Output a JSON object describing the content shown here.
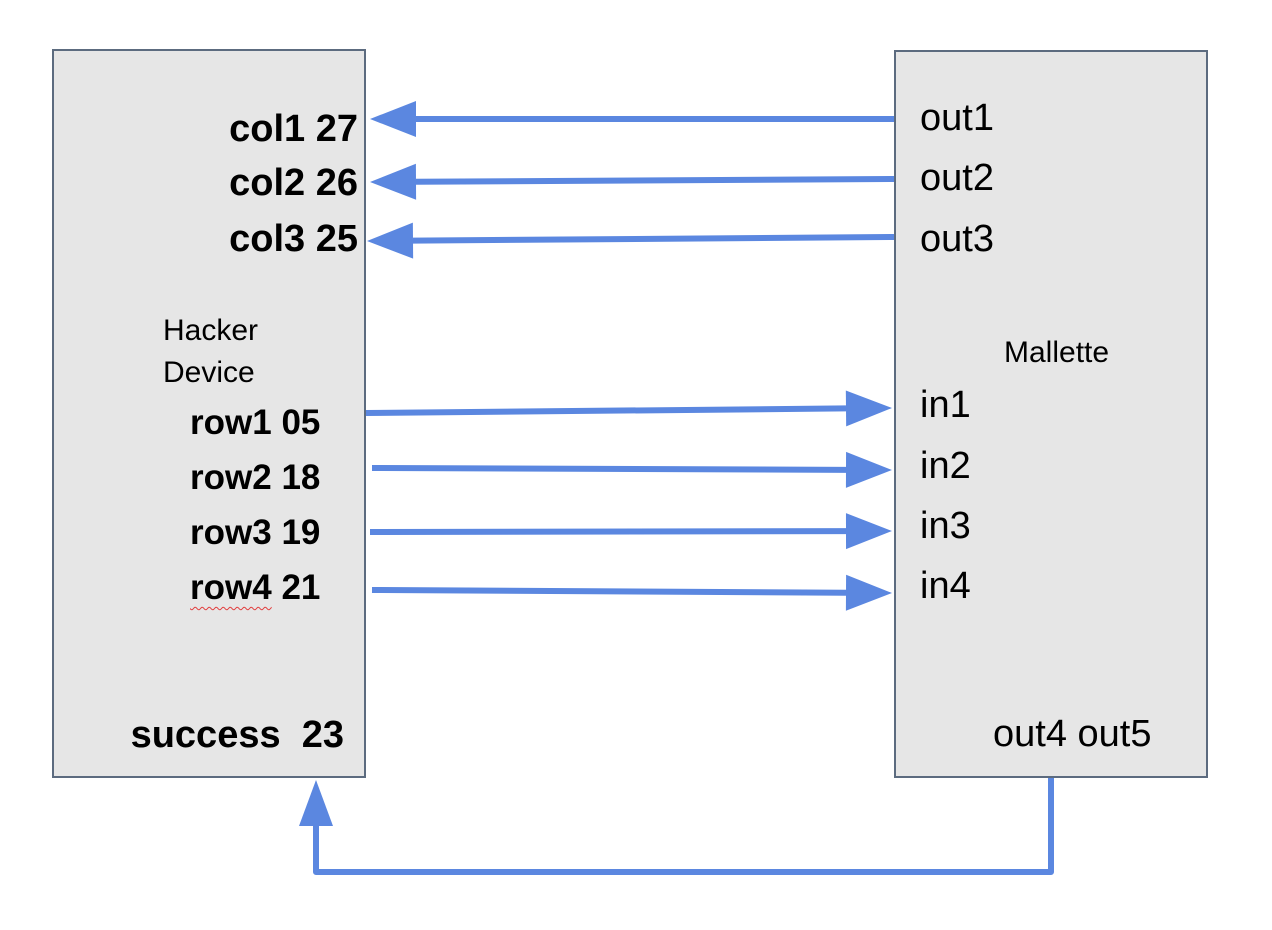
{
  "colors": {
    "arrow": "#5b87e0",
    "box_fill": "#e6e6e6",
    "box_border": "#5c6b7f",
    "spell_underline": "#e23b3b"
  },
  "hacker": {
    "name_line1": "Hacker",
    "name_line2": "Device",
    "cols": [
      {
        "name": "col1",
        "pin": "27"
      },
      {
        "name": "col2",
        "pin": "26"
      },
      {
        "name": "col3",
        "pin": "25"
      }
    ],
    "rows": [
      {
        "name": "row1",
        "pin": "05"
      },
      {
        "name": "row2",
        "pin": "18"
      },
      {
        "name": "row3",
        "pin": "19"
      },
      {
        "name": "row4",
        "pin": "21"
      }
    ],
    "success": {
      "name": "success",
      "pin": "23"
    }
  },
  "mallette": {
    "name": "Mallette",
    "outs": [
      "out1",
      "out2",
      "out3"
    ],
    "ins": [
      "in1",
      "in2",
      "in3",
      "in4"
    ],
    "bottom": "out4 out5"
  }
}
